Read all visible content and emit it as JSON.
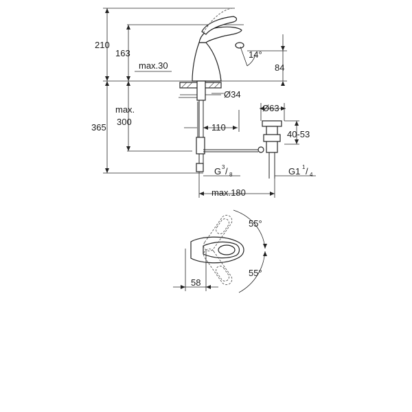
{
  "dimensions": {
    "height_total": "210",
    "height_spout": "163",
    "max_deck": "max.30",
    "angle_spout": "14°",
    "reach_spout": "84",
    "hole_diameter": "Ø34",
    "max_pipe_label": "max.",
    "max_pipe_value": "300",
    "overall_height": "365",
    "waste_diameter": "Ø63",
    "waste_offset": "110",
    "waste_range": "40-53",
    "connection_g": "G",
    "connection_g_num": "3",
    "connection_g_den": "8",
    "waste_thread": "G1",
    "waste_thread_num": "1",
    "waste_thread_den": "4",
    "max_reach": "max.180",
    "lever_angle_top": "55°",
    "lever_angle_bottom": "55°",
    "lever_width": "58"
  }
}
